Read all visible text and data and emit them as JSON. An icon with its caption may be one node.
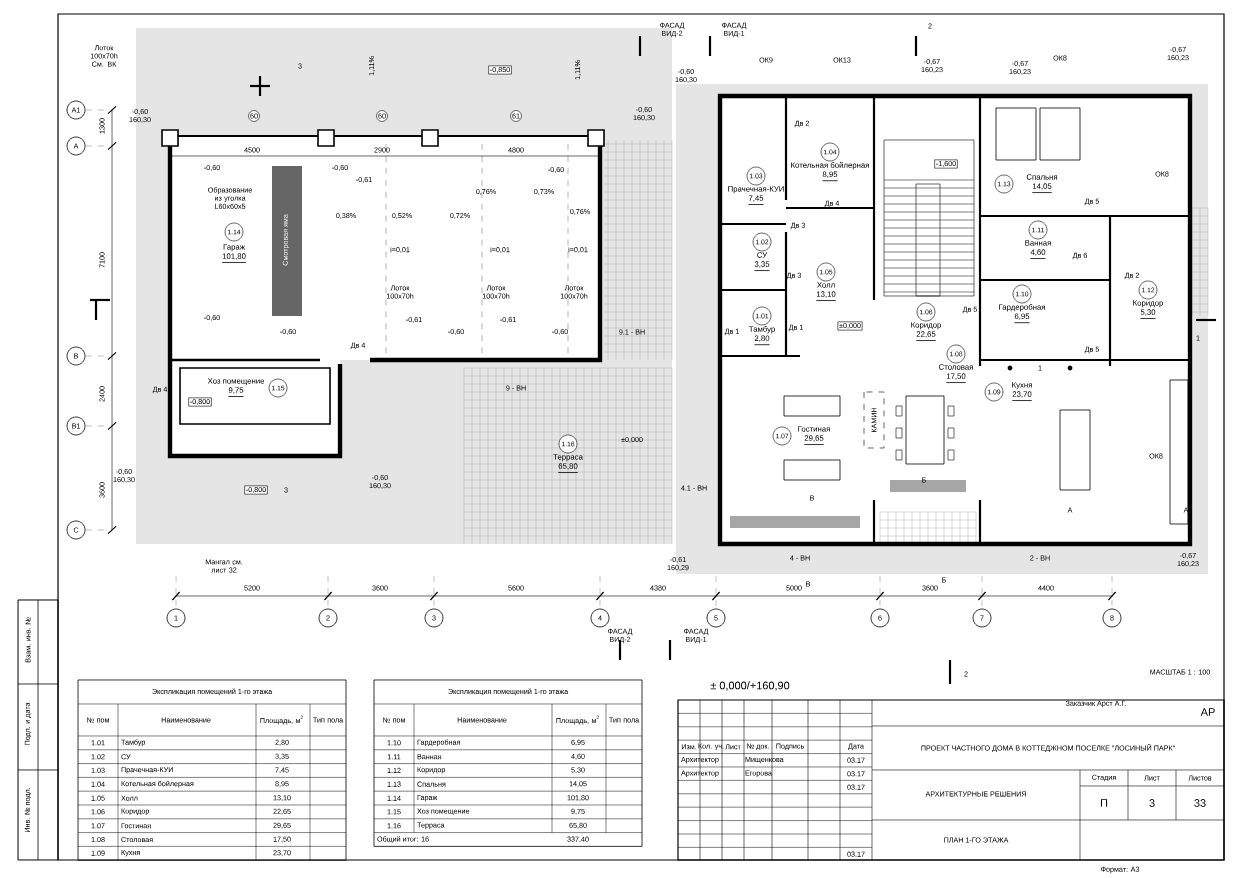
{
  "diagram": {
    "nodes": [
      {
        "text": [
          "Гараж",
          "101,80"
        ],
        "beside": [
          "1.14"
        ]
      },
      {
        "text": [
          "Котельная бойлерная",
          "8,95"
        ],
        "beside": [
          "1.04"
        ]
      },
      {
        "text": [
          "Спальня",
          "14,05"
        ],
        "beside": [
          "1.13"
        ]
      },
      {
        "text": [
          "Прачечная-КУИ",
          "7,45"
        ],
        "beside": [
          "1.03"
        ]
      },
      {
        "text": [
          "Ванная",
          "4,60"
        ],
        "beside": [
          "1.11"
        ]
      },
      {
        "text": [
          "СУ",
          "3,35"
        ],
        "beside": [
          "1.02"
        ]
      },
      {
        "text": [
          "Холл",
          "13,10"
        ],
        "beside": [
          "1.05"
        ]
      },
      {
        "text": [
          "Гардеробная",
          "6,95"
        ],
        "beside": [
          "1.10"
        ]
      },
      {
        "text": [
          "Коридор",
          "5,30"
        ],
        "beside": [
          "1.12"
        ]
      },
      {
        "text": [
          "Тамбур",
          "2,80"
        ],
        "beside": [
          "1.01"
        ]
      },
      {
        "text": [
          "Коридор",
          "22,65"
        ],
        "beside": [
          "1.06"
        ]
      },
      {
        "text": [
          "Хоз помещение",
          "9,75"
        ],
        "beside": [
          "1.15"
        ]
      },
      {
        "text": [
          "Столовая",
          "17,50"
        ],
        "beside": [
          "1.08"
        ]
      },
      {
        "text": [
          "Кухня",
          "23,70"
        ],
        "beside": [
          "1.09"
        ]
      },
      {
        "text": [
          "Гостиная",
          "29,65"
        ],
        "beside": [
          "1.07"
        ]
      },
      {
        "text": [
          "Терраса",
          "65,80"
        ],
        "beside": [
          "1.16"
        ]
      }
    ],
    "labels": [
      "Лоток 100x70h См. ВК",
      "-0,850",
      "1,11%",
      "1,11%",
      "3",
      "А1",
      "А",
      "В",
      "В1",
      "С",
      "1300",
      "7100",
      "2400",
      "3600",
      "-0,60 160,30",
      "4500",
      "2900",
      "4800",
      "60",
      "60",
      "61",
      "-0,60",
      "-0,60",
      "-0,61",
      "-0,60",
      "Образование из уголка L60x60x5",
      "Смотровая яма",
      "0,38%",
      "0,52%",
      "0,72%",
      "0,76%",
      "0,73%",
      "0,76%",
      "i=0,01",
      "i=0,01",
      "i=0,01",
      "Лоток 100x70h",
      "Лоток 100x70h",
      "Лоток 100x70h",
      "-0,60",
      "-0,60",
      "-0,61",
      "-0,60",
      "-0,61",
      "-0,60",
      "Дв 4",
      "Дв 4",
      "-0,800",
      "9 - ВН",
      "±0,000",
      "9.1 - ВН",
      "-0,60 160,30",
      "-0,800",
      "3",
      "-0,60 160,30",
      "Мангал см. лист 32",
      "ФАСАД ВИД-2",
      "ФАСАД ВИД-1",
      "2",
      "ОК9",
      "ОК13",
      "-0,67 160,23",
      "-0,67 160,23",
      "ОК8",
      "-0,67 160,23",
      "-0,60 160,30",
      "-0,60 160,30",
      "ОК8",
      "-1,600",
      "Дв 2",
      "Дв 4",
      "Дв 3",
      "Дв 3",
      "Дв 1",
      "Дв 1",
      "Дв 5",
      "Дв 5",
      "Дв 6",
      "Дв 2",
      "Дв 5",
      "±0,000",
      "1",
      "1",
      "КАМИН",
      "Б",
      "4.1 - ВН",
      "В",
      "А",
      "А",
      "ОК8",
      "-0,61 160,29",
      "4 - ВН",
      "2 - ВН",
      "-0,67 160,23",
      "5200",
      "3600",
      "5600",
      "4380",
      "5000",
      "В",
      "Б",
      "3600",
      "4400",
      "1",
      "2",
      "3",
      "4",
      "5",
      "6",
      "7",
      "8",
      "ФАСАД ВИД-2",
      "ФАСАД ВИД-1",
      "2",
      "МАСШТАБ 1 : 100",
      "Заказчик Арст А.Г.",
      "± 0,000/+160,90",
      "Взам. инв. №",
      "Подп. и дата",
      "Инв. № подл.",
      "Экспликация помещений 1-го этажа",
      "№ пом",
      "Наименование",
      "Площадь, м$^{2}$",
      "Тип пола",
      "1.01",
      "Тамбур",
      "2,80",
      "1.02",
      "СУ",
      "3,35",
      "1.03",
      "Прачечная-КУИ",
      "7,45",
      "1.04",
      "Котельная бойлерная",
      "8,95",
      "1.05",
      "Холл",
      "13,10",
      "1.06",
      "Коридор",
      "22,65",
      "1.07",
      "Гостиная",
      "29,65",
      "1.08",
      "Столовая",
      "17,50",
      "1.09",
      "Кухня",
      "23,70",
      "Экспликация помещений 1-го этажа",
      "№ пом",
      "Наименование",
      "Площадь, м$^{2}$",
      "Тип пола",
      "1.10",
      "Гардеробная",
      "6,95",
      "1.11",
      "Ванная",
      "4,60",
      "1.12",
      "Коридор",
      "5,30",
      "1.13",
      "Спальня",
      "14,05",
      "1.14",
      "Гараж",
      "101,80",
      "1.15",
      "Хоз помещение",
      "9,75",
      "1.16",
      "Терраса",
      "65,80",
      "Общий итог: 16",
      "337,40",
      "АР",
      "Изм.",
      "Кол. уч.",
      "Лист",
      "№ док.",
      "Подпись",
      "Дата",
      "Архитектор",
      "Мищенкова",
      "03.17",
      "Архитектор",
      "Егорова",
      "03.17",
      "03.17",
      "03.17",
      "ПРОЕКТ ЧАСТНОГО ДОМА В КОТТЕДЖНОМ ПОСЕЛКЕ \"ЛОСИНЫЙ ПАРК\"",
      "Стадия",
      "Лист",
      "Листов",
      "АРХИТЕКТУРНЫЕ РЕШЕНИЯ",
      "П",
      "3",
      "33",
      "ПЛАН 1-ГО ЭТАЖА",
      "Формат: А3"
    ]
  }
}
